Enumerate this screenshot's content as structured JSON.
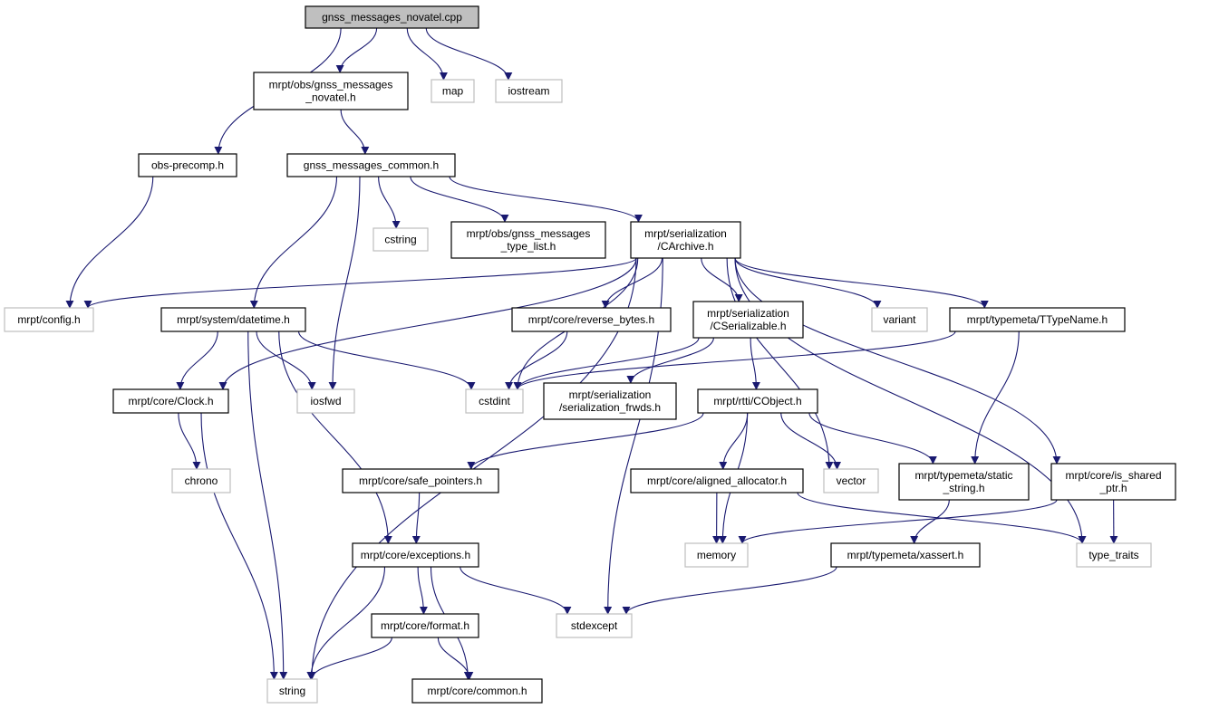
{
  "graph": {
    "title": "gnss_messages_novatel.cpp",
    "colors": {
      "edge": "#191970",
      "root_fill": "#bfbfbf",
      "external_border": "#bfbfbf",
      "node_border": "#000000"
    },
    "nodes": [
      {
        "id": "cpp",
        "lines": [
          "gnss_messages_novatel.cpp"
        ],
        "kind": "root"
      },
      {
        "id": "novatel_h",
        "lines": [
          "mrpt/obs/gnss_messages",
          "_novatel.h"
        ],
        "kind": "local"
      },
      {
        "id": "map",
        "lines": [
          "map"
        ],
        "kind": "external"
      },
      {
        "id": "iostream",
        "lines": [
          "iostream"
        ],
        "kind": "external"
      },
      {
        "id": "obs_precomp",
        "lines": [
          "obs-precomp.h"
        ],
        "kind": "local"
      },
      {
        "id": "common_h",
        "lines": [
          "gnss_messages_common.h"
        ],
        "kind": "local"
      },
      {
        "id": "cstring",
        "lines": [
          "cstring"
        ],
        "kind": "external"
      },
      {
        "id": "type_list",
        "lines": [
          "mrpt/obs/gnss_messages",
          "_type_list.h"
        ],
        "kind": "local"
      },
      {
        "id": "carchive",
        "lines": [
          "mrpt/serialization",
          "/CArchive.h"
        ],
        "kind": "local"
      },
      {
        "id": "config",
        "lines": [
          "mrpt/config.h"
        ],
        "kind": "external"
      },
      {
        "id": "datetime",
        "lines": [
          "mrpt/system/datetime.h"
        ],
        "kind": "local"
      },
      {
        "id": "reverse_bytes",
        "lines": [
          "mrpt/core/reverse_bytes.h"
        ],
        "kind": "local"
      },
      {
        "id": "cserializable",
        "lines": [
          "mrpt/serialization",
          "/CSerializable.h"
        ],
        "kind": "local"
      },
      {
        "id": "variant",
        "lines": [
          "variant"
        ],
        "kind": "external"
      },
      {
        "id": "ttypename",
        "lines": [
          "mrpt/typemeta/TTypeName.h"
        ],
        "kind": "local"
      },
      {
        "id": "clock",
        "lines": [
          "mrpt/core/Clock.h"
        ],
        "kind": "local"
      },
      {
        "id": "iosfwd",
        "lines": [
          "iosfwd"
        ],
        "kind": "external"
      },
      {
        "id": "cstdint",
        "lines": [
          "cstdint"
        ],
        "kind": "external"
      },
      {
        "id": "frwds",
        "lines": [
          "mrpt/serialization",
          "/serialization_frwds.h"
        ],
        "kind": "local"
      },
      {
        "id": "cobject",
        "lines": [
          "mrpt/rtti/CObject.h"
        ],
        "kind": "local"
      },
      {
        "id": "chrono",
        "lines": [
          "chrono"
        ],
        "kind": "external"
      },
      {
        "id": "safe_pointers",
        "lines": [
          "mrpt/core/safe_pointers.h"
        ],
        "kind": "local"
      },
      {
        "id": "aligned_alloc",
        "lines": [
          "mrpt/core/aligned_allocator.h"
        ],
        "kind": "local"
      },
      {
        "id": "vector",
        "lines": [
          "vector"
        ],
        "kind": "external"
      },
      {
        "id": "static_string",
        "lines": [
          "mrpt/typemeta/static",
          "_string.h"
        ],
        "kind": "local"
      },
      {
        "id": "is_shared_ptr",
        "lines": [
          "mrpt/core/is_shared",
          "_ptr.h"
        ],
        "kind": "local"
      },
      {
        "id": "exceptions",
        "lines": [
          "mrpt/core/exceptions.h"
        ],
        "kind": "local"
      },
      {
        "id": "memory",
        "lines": [
          "memory"
        ],
        "kind": "external"
      },
      {
        "id": "xassert",
        "lines": [
          "mrpt/typemeta/xassert.h"
        ],
        "kind": "local"
      },
      {
        "id": "type_traits",
        "lines": [
          "type_traits"
        ],
        "kind": "external"
      },
      {
        "id": "format",
        "lines": [
          "mrpt/core/format.h"
        ],
        "kind": "local"
      },
      {
        "id": "stdexcept",
        "lines": [
          "stdexcept"
        ],
        "kind": "external"
      },
      {
        "id": "string",
        "lines": [
          "string"
        ],
        "kind": "external"
      },
      {
        "id": "core_common",
        "lines": [
          "mrpt/core/common.h"
        ],
        "kind": "local"
      }
    ],
    "edges": [
      [
        "cpp",
        "obs_precomp"
      ],
      [
        "cpp",
        "novatel_h"
      ],
      [
        "cpp",
        "map"
      ],
      [
        "cpp",
        "iostream"
      ],
      [
        "novatel_h",
        "common_h"
      ],
      [
        "obs_precomp",
        "config"
      ],
      [
        "common_h",
        "datetime"
      ],
      [
        "common_h",
        "iosfwd"
      ],
      [
        "common_h",
        "cstring"
      ],
      [
        "common_h",
        "type_list"
      ],
      [
        "common_h",
        "carchive"
      ],
      [
        "carchive",
        "config"
      ],
      [
        "carchive",
        "clock"
      ],
      [
        "carchive",
        "string"
      ],
      [
        "carchive",
        "stdexcept"
      ],
      [
        "carchive",
        "cstdint"
      ],
      [
        "carchive",
        "reverse_bytes"
      ],
      [
        "carchive",
        "cserializable"
      ],
      [
        "carchive",
        "vector"
      ],
      [
        "carchive",
        "variant"
      ],
      [
        "carchive",
        "ttypename"
      ],
      [
        "carchive",
        "is_shared_ptr"
      ],
      [
        "carchive",
        "type_traits"
      ],
      [
        "datetime",
        "string"
      ],
      [
        "datetime",
        "clock"
      ],
      [
        "datetime",
        "exceptions"
      ],
      [
        "datetime",
        "iosfwd"
      ],
      [
        "datetime",
        "cstdint"
      ],
      [
        "reverse_bytes",
        "cstdint"
      ],
      [
        "cserializable",
        "cstdint"
      ],
      [
        "cserializable",
        "frwds"
      ],
      [
        "cserializable",
        "cobject"
      ],
      [
        "ttypename",
        "cstdint"
      ],
      [
        "ttypename",
        "static_string"
      ],
      [
        "clock",
        "chrono"
      ],
      [
        "clock",
        "string"
      ],
      [
        "cobject",
        "safe_pointers"
      ],
      [
        "cobject",
        "memory"
      ],
      [
        "cobject",
        "aligned_alloc"
      ],
      [
        "cobject",
        "vector"
      ],
      [
        "cobject",
        "static_string"
      ],
      [
        "safe_pointers",
        "exceptions"
      ],
      [
        "aligned_alloc",
        "memory"
      ],
      [
        "aligned_alloc",
        "type_traits"
      ],
      [
        "static_string",
        "xassert"
      ],
      [
        "is_shared_ptr",
        "memory"
      ],
      [
        "is_shared_ptr",
        "type_traits"
      ],
      [
        "exceptions",
        "string"
      ],
      [
        "exceptions",
        "format"
      ],
      [
        "exceptions",
        "stdexcept"
      ],
      [
        "exceptions",
        "core_common"
      ],
      [
        "format",
        "string"
      ],
      [
        "format",
        "core_common"
      ],
      [
        "xassert",
        "stdexcept"
      ]
    ]
  }
}
